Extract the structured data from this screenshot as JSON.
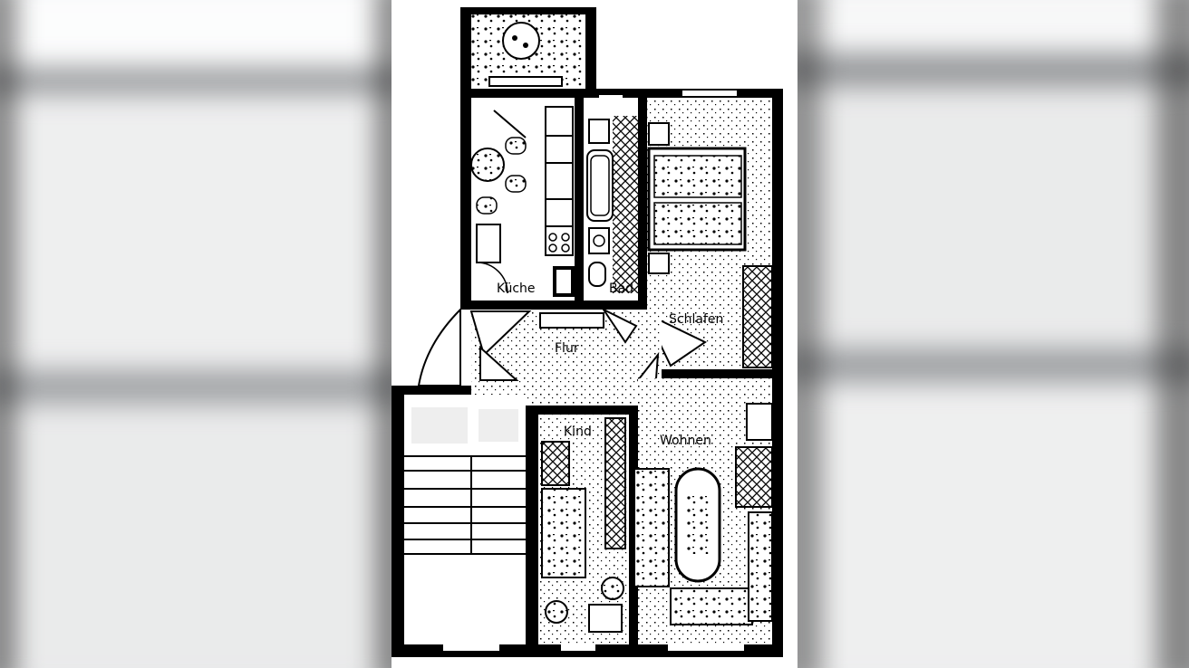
{
  "plan": {
    "rooms": {
      "kitchen": "Küche",
      "bath": "Bad",
      "bedroom": "Schlafen",
      "hall": "Flur",
      "child": "Kind",
      "living": "Wohnen"
    }
  },
  "colors": {
    "wall": "#000000",
    "paper": "#ffffff"
  }
}
